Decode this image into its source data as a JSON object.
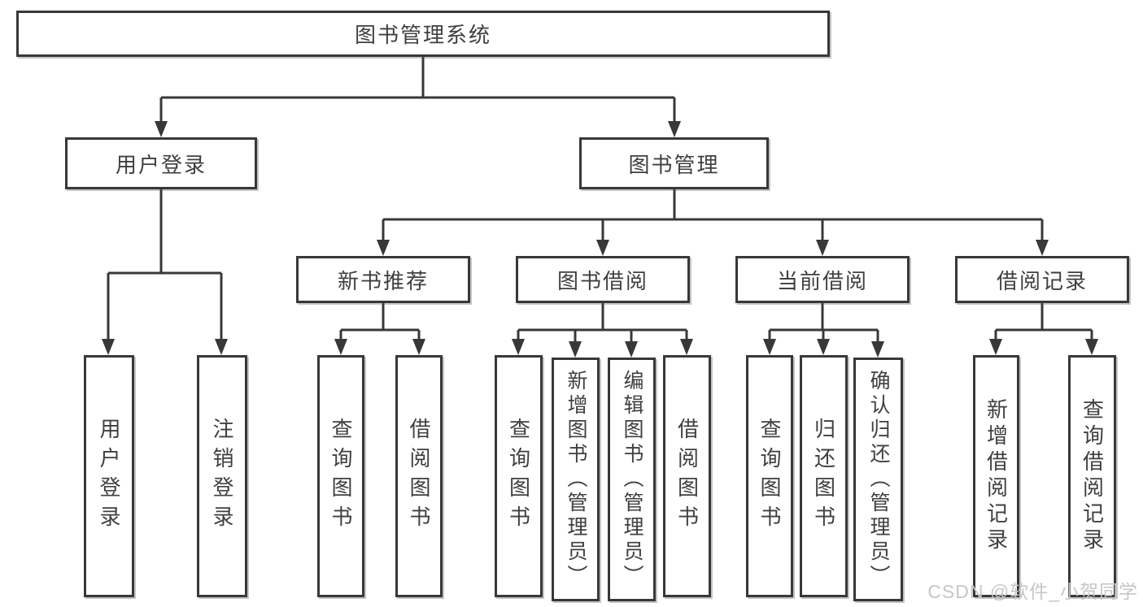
{
  "diagram": {
    "title": "图书管理系统",
    "branches": [
      {
        "label": "用户登录",
        "children": [
          "用户登录",
          "注销登录"
        ]
      },
      {
        "label": "图书管理",
        "children": [
          {
            "label": "新书推荐",
            "children": [
              "查询图书",
              "借阅图书"
            ]
          },
          {
            "label": "图书借阅",
            "children": [
              "查询图书",
              "新增图书（管理员）",
              "编辑图书（管理员）",
              "借阅图书"
            ]
          },
          {
            "label": "当前借阅",
            "children": [
              "查询图书",
              "归还图书",
              "确认归还（管理员）"
            ]
          },
          {
            "label": "借阅记录",
            "children": [
              "新增借阅记录",
              "查询借阅记录"
            ]
          }
        ]
      }
    ]
  },
  "watermark": "CSDN @软件_小贺同学",
  "colors": {
    "line": "#383838",
    "box_border": "#383838",
    "text": "#3f3f3f",
    "background": "#ffffff",
    "watermark": "#c6c6c6"
  }
}
